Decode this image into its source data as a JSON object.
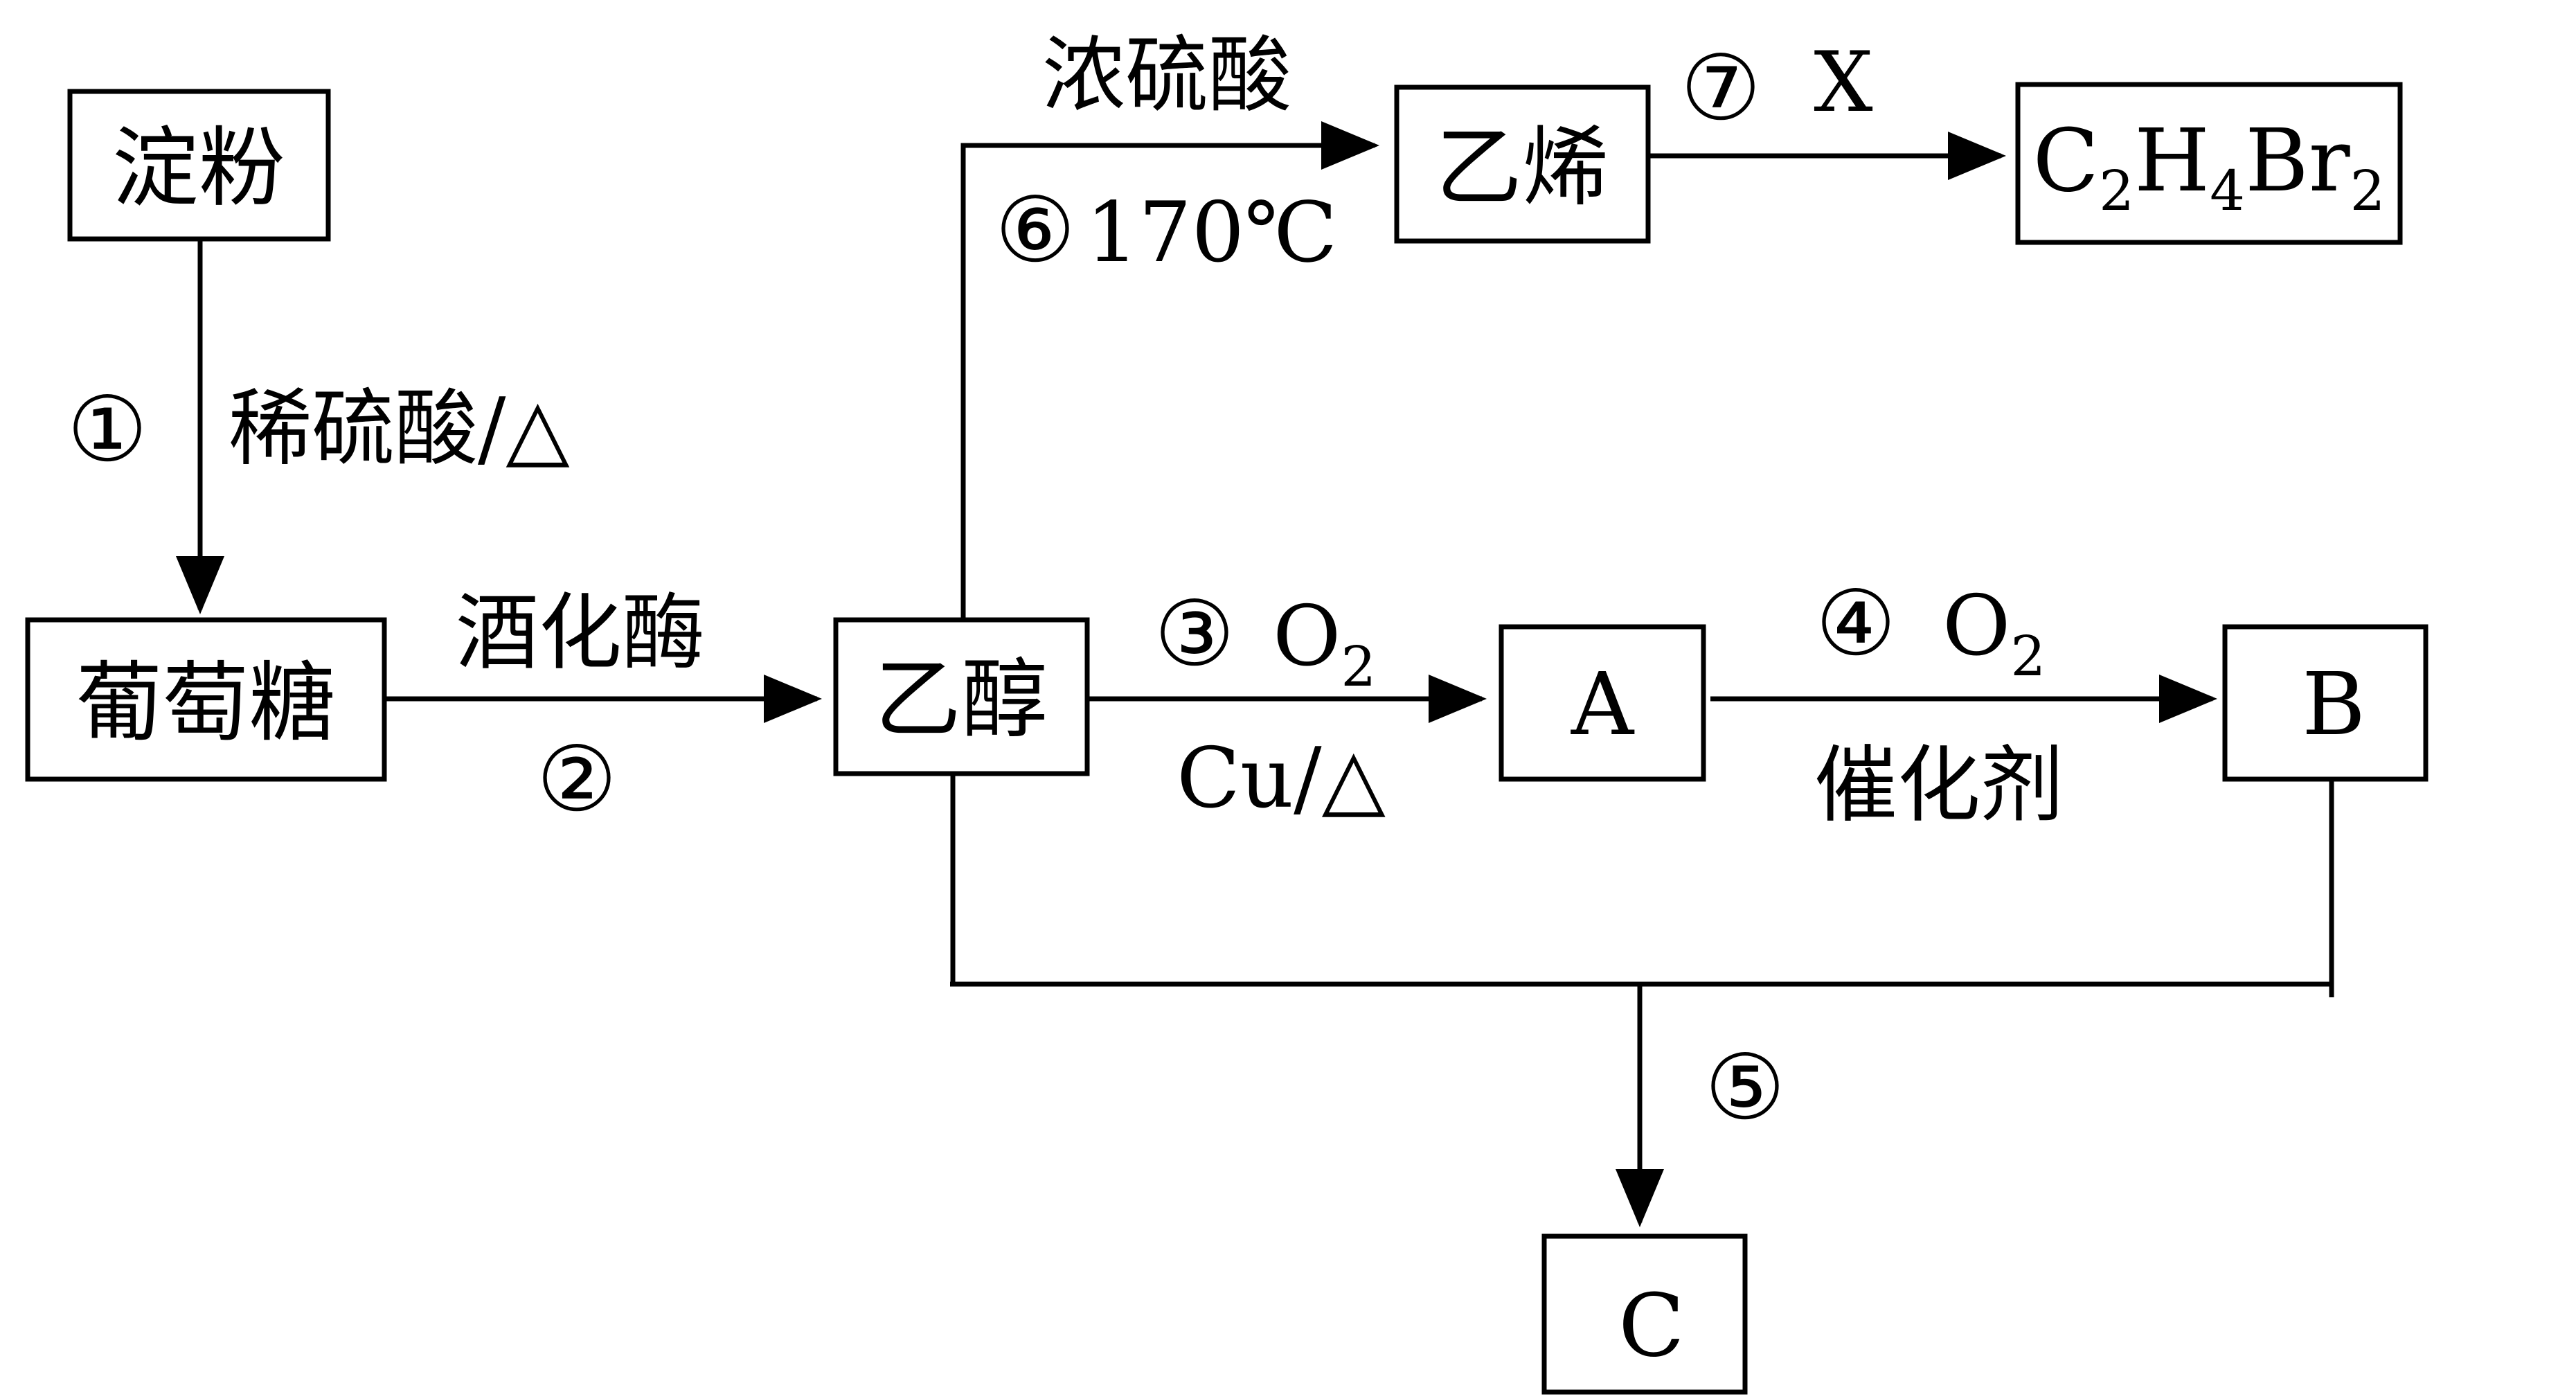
{
  "nodes": {
    "starch": "淀粉",
    "glucose": "葡萄糖",
    "ethanol": "乙醇",
    "ethylene": "乙烯",
    "dibromoethane": {
      "c": "C",
      "c_sub": "2",
      "h": "H",
      "h_sub": "4",
      "br": "Br",
      "br_sub": "2"
    },
    "a": "A",
    "b": "B",
    "c": "C"
  },
  "steps": {
    "s1": {
      "num": "①",
      "cond": "稀硫酸/△"
    },
    "s2": {
      "num": "②",
      "cond": "酒化酶"
    },
    "s3": {
      "num": "③",
      "reagent": "O",
      "reagent_sub": "2",
      "cond": "Cu/△"
    },
    "s4": {
      "num": "④",
      "reagent": "O",
      "reagent_sub": "2",
      "cond": "催化剂"
    },
    "s5": {
      "num": "⑤"
    },
    "s6": {
      "num": "⑥",
      "cond_top": "浓硫酸",
      "cond_bottom": "170℃"
    },
    "s7": {
      "num": "⑦",
      "reagent": "X"
    }
  }
}
